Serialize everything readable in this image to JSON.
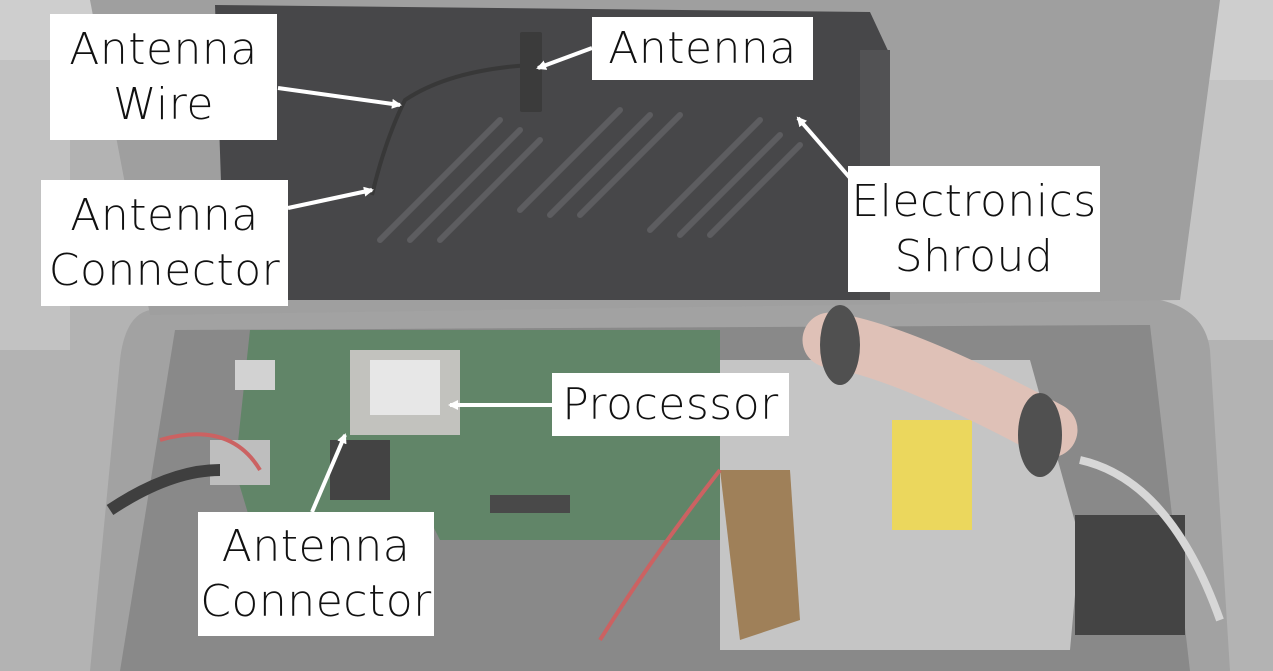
{
  "labels": {
    "antenna_wire": [
      "Antenna",
      "Wire"
    ],
    "antenna": [
      "Antenna"
    ],
    "antenna_connector_top": [
      "Antenna",
      "Connector"
    ],
    "electronics_shroud": [
      "Electronics",
      "Shroud"
    ],
    "processor": [
      "Processor"
    ],
    "antenna_connector_bottom": [
      "Antenna",
      "Connector"
    ]
  },
  "colors": {
    "label_background": "#ffffff",
    "label_text": "#111111",
    "arrow": "#ffffff",
    "pcb": "#3f6b47",
    "shroud": "#1f1f22",
    "enclosure": "#8c8c8c"
  }
}
